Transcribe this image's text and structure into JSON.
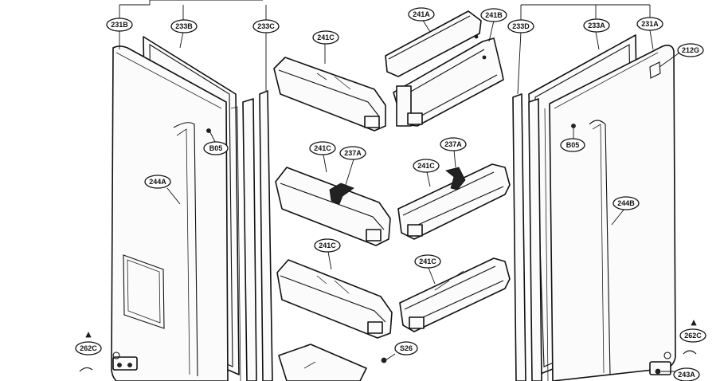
{
  "labels": {
    "l231B": "231B",
    "l233B": "233B",
    "l233C": "233C",
    "l241A": "241A",
    "l241B": "241B",
    "l233D": "233D",
    "l233A": "233A",
    "l231A": "231A",
    "l212G": "212G",
    "l241C_top": "241C",
    "l241C_mid_left": "241C",
    "l237A_left": "237A",
    "l237A_right": "237A",
    "l241C_mid_right": "241C",
    "l241C_low_left": "241C",
    "l241C_low_right": "241C",
    "lB05_left": "B05",
    "lB05_right": "B05",
    "l244A": "244A",
    "l244B": "244B",
    "l262C_left": "262C",
    "l262C_right": "262C",
    "lS26": "S26",
    "l243A": "243A"
  },
  "colors": {
    "line": "#111111",
    "paper": "#ffffff"
  }
}
